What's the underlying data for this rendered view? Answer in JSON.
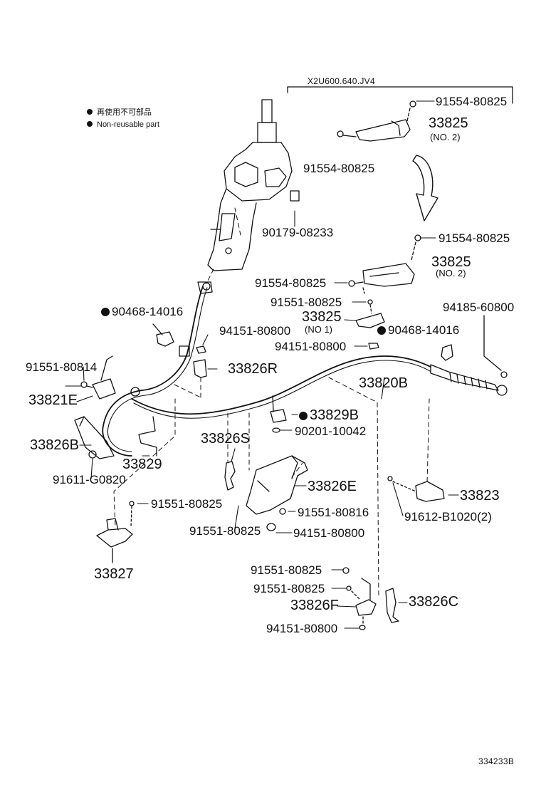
{
  "header": {
    "model_code": "X2U600.640.JV4"
  },
  "legend": {
    "marker": "filled-dot-icon",
    "line_cn": "再使用不可部品",
    "line_en": "Non-reusable part"
  },
  "parts": {
    "p_91554_top": "91554-80825",
    "p_33825_top": "33825",
    "p_33825_top_sub": "(NO. 2)",
    "p_91554_left_top": "91554-80825",
    "p_90179": "90179-08233",
    "p_91554_mid_right": "91554-80825",
    "p_33825_mid": "33825",
    "p_33825_mid_sub": "(NO. 2)",
    "p_91554_mid_left": "91554-80825",
    "p_91551_80825_a": "91551-80825",
    "p_33825_no1": "33825",
    "p_33825_no1_sub": "(NO 1)",
    "p_94185": "94185-60800",
    "p_90468_left": "90468-14016",
    "p_94151_a": "94151-80800",
    "p_90468_right": "90468-14016",
    "p_94151_b": "94151-80800",
    "p_91551_80814": "91551-80814",
    "p_33826R": "33826R",
    "p_33820B": "33820B",
    "p_33821E": "33821E",
    "p_33829B": "33829B",
    "p_90201": "90201-10042",
    "p_33826S": "33826S",
    "p_33826B": "33826B",
    "p_33829": "33829",
    "p_91611": "91611-G0820",
    "p_33826E": "33826E",
    "p_33823": "33823",
    "p_91551_80825_b": "91551-80825",
    "p_91551_80816": "91551-80816",
    "p_91612": "91612-B1020(2)",
    "p_91551_80825_c": "91551-80825",
    "p_94151_c": "94151-80800",
    "p_33827": "33827",
    "p_91551_80825_d": "91551-80825",
    "p_91551_80825_e": "91551-80825",
    "p_33826F": "33826F",
    "p_33826C": "33826C",
    "p_94151_d": "94151-80800"
  },
  "footer": {
    "diagram_code": "334233B"
  }
}
